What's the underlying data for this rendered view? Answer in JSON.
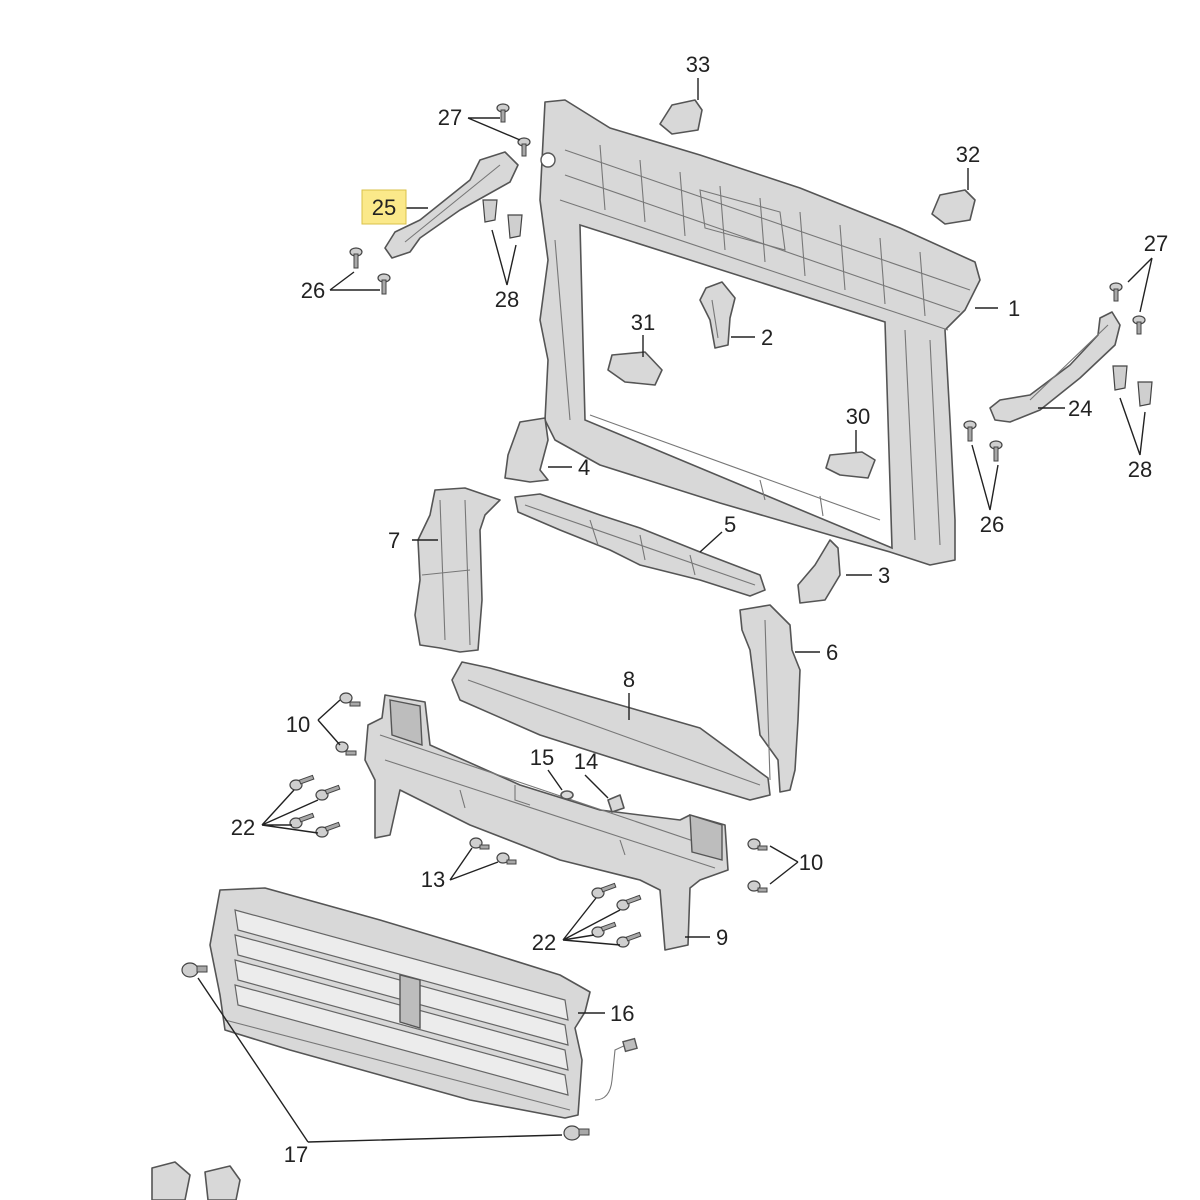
{
  "callouts": {
    "c1": "1",
    "c2": "2",
    "c3": "3",
    "c4": "4",
    "c5": "5",
    "c6": "6",
    "c7": "7",
    "c8": "8",
    "c9": "9",
    "c10a": "10",
    "c10b": "10",
    "c13": "13",
    "c14": "14",
    "c15": "15",
    "c16": "16",
    "c17": "17",
    "c22a": "22",
    "c22b": "22",
    "c24": "24",
    "c25": "25",
    "c26a": "26",
    "c26b": "26",
    "c27a": "27",
    "c27b": "27",
    "c28a": "28",
    "c28b": "28",
    "c30": "30",
    "c31": "31",
    "c32": "32",
    "c33": "33"
  },
  "highlight": {
    "callout": "25",
    "color": "#fbe98a"
  }
}
